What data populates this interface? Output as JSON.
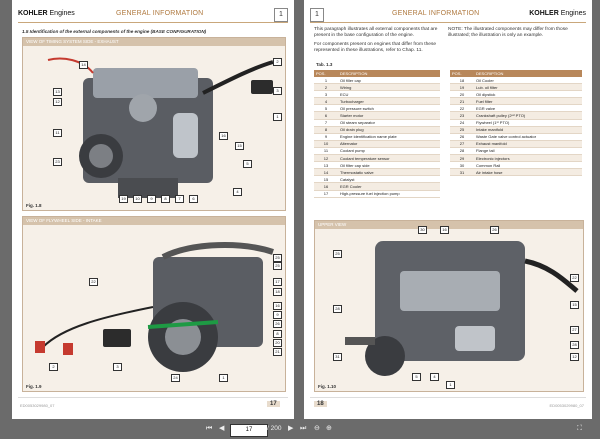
{
  "left_page": {
    "brand": "KOHLER",
    "brand_suffix": "Engines",
    "header_title": "GENERAL INFORMATION",
    "page_badge": "1",
    "section_title": "1.5 Identification of the external components of the engine (BASE CONFIGURATION)",
    "fig1_caption": "VIEW OF TIMING SYSTEM SIDE - EXHAUST",
    "fig1_label": "Fig. 1.8",
    "fig2_caption": "VIEW OF FLYWHEEL SIDE - INTAKE",
    "fig2_label": "Fig. 1.9",
    "footer_code": "ED0053029980_07",
    "page_number": "17"
  },
  "right_page": {
    "brand": "KOHLER",
    "brand_suffix": "Engines",
    "header_title": "GENERAL INFORMATION",
    "page_badge": "1",
    "para1": "This paragraph illustrates all external components that are present in the base configuration of the engine.",
    "para2": "For components present on engines that differ from these represented in these illustrations, refer to Chap. 11.",
    "note": "NOTE: The illustrated components may differ from those illustrated; the illustration is only an example.",
    "table_label": "Tab. 1.3",
    "table_headers": [
      "POS.",
      "DESCRIPTION"
    ],
    "table_left": [
      [
        "1",
        "Oil filler cap"
      ],
      [
        "2",
        "Wiring"
      ],
      [
        "3",
        "ECU"
      ],
      [
        "4",
        "Turbocharger"
      ],
      [
        "5",
        "Oil pressure switch"
      ],
      [
        "6",
        "Starter motor"
      ],
      [
        "7",
        "Oil steam separator"
      ],
      [
        "8",
        "Oil drain plug"
      ],
      [
        "9",
        "Engine identification name plate"
      ],
      [
        "10",
        "Alternator"
      ],
      [
        "11",
        "Coolant pump"
      ],
      [
        "12",
        "Coolant temperature sensor"
      ],
      [
        "13",
        "Oil filter cap side"
      ],
      [
        "14",
        "Thermostatic valve"
      ],
      [
        "15",
        "Catalyst"
      ],
      [
        "16",
        "EGR Cooler"
      ],
      [
        "17",
        "High-pressure fuel injection pump"
      ]
    ],
    "table_right": [
      [
        "18",
        "Oil Cooler"
      ],
      [
        "19",
        "Lub. oil filter"
      ],
      [
        "20",
        "Oil dipstick"
      ],
      [
        "21",
        "Fuel filter"
      ],
      [
        "22",
        "EGR valve"
      ],
      [
        "23",
        "Crankshaft pulley (2ⁿᵈ PTO)"
      ],
      [
        "24",
        "Flywheel (1ˢᵗ PTO)"
      ],
      [
        "25",
        "Intake manifold"
      ],
      [
        "26",
        "Waste Gate valve control actuator"
      ],
      [
        "27",
        "Exhaust manifold"
      ],
      [
        "28",
        "Flange tail"
      ],
      [
        "29",
        "Electronic injectors"
      ],
      [
        "30",
        "Common Rail"
      ],
      [
        "31",
        "Air intake hose"
      ]
    ],
    "fig3_caption": "UPPER VIEW",
    "fig3_label": "Fig. 1.10",
    "footer_code": "ED0053029980_07",
    "page_number": "18"
  },
  "viewer": {
    "page_current": "17",
    "page_total": "/ 200"
  },
  "callouts": {
    "fig1": [
      "14",
      "13",
      "12",
      "11",
      "23",
      "10",
      "9",
      "8",
      "7",
      "6",
      "5",
      "4",
      "3",
      "2",
      "1",
      "15",
      "16",
      "19"
    ],
    "fig2": [
      "22",
      "2",
      "3",
      "25",
      "26",
      "17",
      "18",
      "20",
      "21",
      "24",
      "1",
      "25",
      "16",
      "9",
      "8"
    ],
    "fig3": [
      "30",
      "16",
      "26",
      "25",
      "28",
      "22",
      "27",
      "31",
      "5",
      "4",
      "1",
      "15",
      "12",
      "28"
    ]
  },
  "colors": {
    "accent": "#b07a40",
    "table_header": "#b8875a",
    "panel_bg": "#f6f0e8",
    "viewer_bg": "#6b6b6b"
  }
}
